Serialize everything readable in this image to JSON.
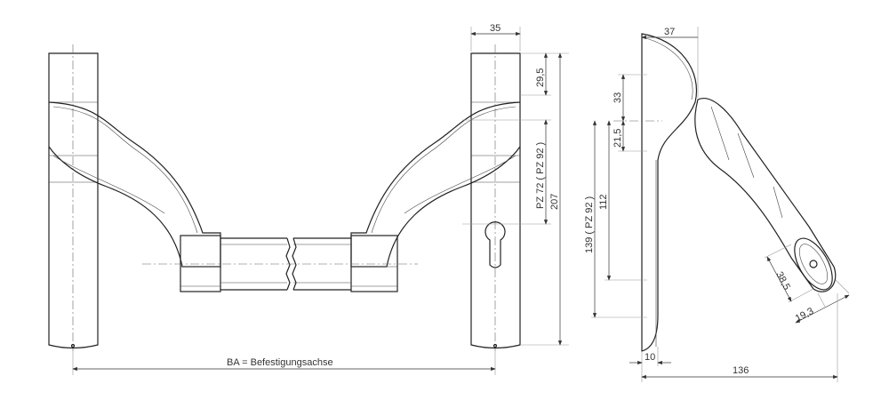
{
  "front_view": {
    "width_label": "35",
    "top_offset_label": "29,5",
    "pz_label": "PZ 72  ( PZ 92 )",
    "height_label": "207",
    "ba_label": "BA = Befestigungsachse"
  },
  "side_view": {
    "projection_label": "37",
    "upper_label": "33",
    "mid_label": "21,5",
    "pz_label": "139 ( PZ 92 )",
    "spacing_label": "112",
    "oval_height_label": "38,5",
    "oval_width_label": "19,3",
    "plate_thickness_label": "10",
    "total_depth_label": "136"
  }
}
